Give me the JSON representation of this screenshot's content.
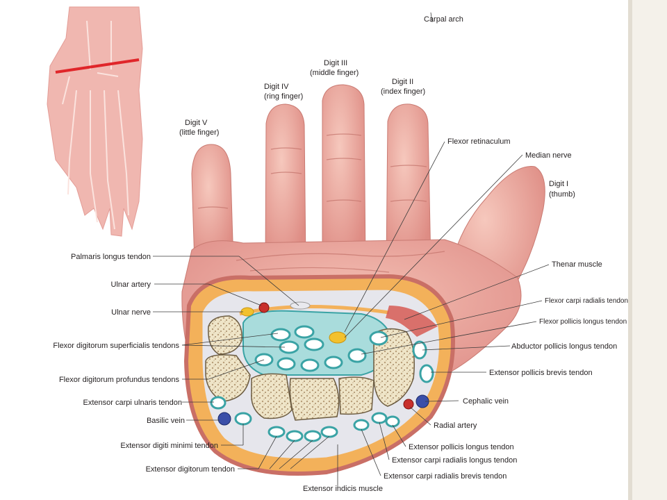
{
  "labels": {
    "carpal_arch": "Carpal arch",
    "digit_iii": "Digit III",
    "middle_finger": "(middle finger)",
    "digit_iv": "Digit IV",
    "ring_finger": "(ring finger)",
    "digit_ii": "Digit II",
    "index_finger": "(index finger)",
    "digit_v": "Digit V",
    "little_finger": "(little finger)",
    "digit_i": "Digit I",
    "thumb": "(thumb)",
    "flexor_retinaculum": "Flexor retinaculum",
    "median_nerve": "Median nerve",
    "thenar_muscle": "Thenar muscle",
    "flexor_carpi_radialis": "Flexor carpi radialis tendon",
    "flexor_pollicis_longus": "Flexor pollicis longus tendon",
    "abductor_pollicis_longus": "Abductor pollicis longus tendon",
    "extensor_pollicis_brevis": "Extensor pollicis brevis tendon",
    "cephalic_vein": "Cephalic vein",
    "radial_artery": "Radial artery",
    "extensor_pollicis_longus": "Extensor pollicis longus tendon",
    "extensor_carpi_radialis_longus": "Extensor carpi radialis longus tendon",
    "extensor_carpi_radialis_brevis": "Extensor carpi radialis brevis tendon",
    "extensor_indicis": "Extensor indicis muscle",
    "palmaris_longus": "Palmaris longus tendon",
    "ulnar_artery": "Ulnar artery",
    "ulnar_nerve": "Ulnar nerve",
    "fds_tendons": "Flexor digitorum superficialis tendons",
    "fdp_tendons": "Flexor digitorum profundus tendons",
    "extensor_carpi_ulnaris": "Extensor carpi ulnaris tendon",
    "basilic_vein": "Basilic vein",
    "extensor_digiti_minimi": "Extensor digiti minimi tendon",
    "extensor_digitorum": "Extensor digitorum tendon"
  },
  "colors": {
    "skin": "#e8a49a",
    "skin_dark": "#c96f66",
    "bone_fill": "#f2ead2",
    "tendon_blue": "#3aa3a5",
    "artery_red": "#c8302c",
    "vein_blue": "#3b4fa8",
    "nerve_yellow": "#f2c12e",
    "cut_orange": "#f3b15a",
    "line_red": "#e0262a"
  }
}
